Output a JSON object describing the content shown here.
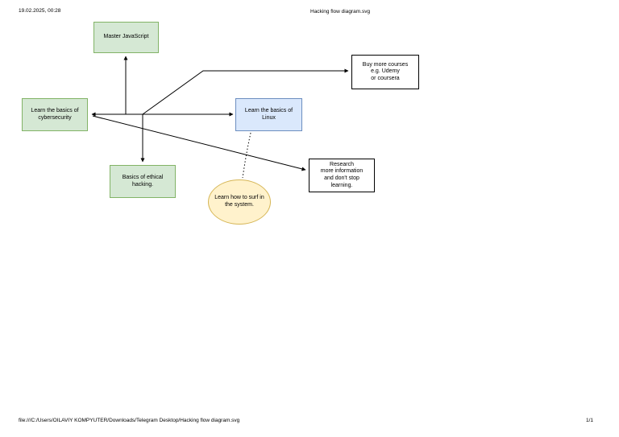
{
  "page": {
    "header": {
      "timestamp": "19.02.2025, 00:28",
      "title": "Hacking flow diagram.svg"
    },
    "footer": {
      "file_url": "file:///C:/Users/OILAVIY KOMPYUTER/Downloads/Telegram Desktop/Hacking flow diagram.svg",
      "page_indicator": "1/1"
    }
  },
  "diagram": {
    "nodes": [
      {
        "id": "master-javascript",
        "shape": "rect",
        "fill": "#d5e8d4",
        "border": "#82b366",
        "label": "Master JavaScript"
      },
      {
        "id": "learn-cybersecurity",
        "shape": "rect",
        "fill": "#d5e8d4",
        "border": "#82b366",
        "label": "Learn the basics of\ncybersecurity"
      },
      {
        "id": "learn-linux",
        "shape": "rect",
        "fill": "#dae8fc",
        "border": "#6c8ebf",
        "label": "Learn the basics of\nLinux"
      },
      {
        "id": "basics-ethical-hacking",
        "shape": "rect",
        "fill": "#d5e8d4",
        "border": "#82b366",
        "label": "Basics of ethical\nhacking."
      },
      {
        "id": "buy-more-courses",
        "shape": "rect",
        "fill": "#ffffff",
        "border": "#000000",
        "label": "Buy more courses\ne.g. Udemy\nor coursera"
      },
      {
        "id": "research-more",
        "shape": "rect",
        "fill": "#ffffff",
        "border": "#000000",
        "label": "Research\nmore information\nand don't stop\nlearning."
      },
      {
        "id": "surf-system",
        "shape": "ellipse",
        "fill": "#fff2cc",
        "border": "#d6b656",
        "label": "Learn how to surf in\nthe system."
      }
    ],
    "edges": [
      {
        "from": "hub",
        "to": "learn-cybersecurity",
        "style": "solid-arrow"
      },
      {
        "from": "hub",
        "to": "learn-linux",
        "style": "solid-arrow"
      },
      {
        "from": "hub",
        "to": "master-javascript",
        "style": "solid-arrow"
      },
      {
        "from": "hub",
        "to": "basics-ethical-hacking",
        "style": "solid-arrow"
      },
      {
        "from": "hub",
        "to": "buy-more-courses",
        "style": "solid-arrow"
      },
      {
        "from": "learn-cybersecurity",
        "to": "research-more",
        "style": "solid-arrow"
      },
      {
        "from": "learn-linux",
        "to": "surf-system",
        "style": "dotted"
      }
    ],
    "colors": {
      "green_fill": "#d5e8d4",
      "green_border": "#82b366",
      "blue_fill": "#dae8fc",
      "blue_border": "#6c8ebf",
      "yellow_fill": "#fff2cc",
      "yellow_border": "#d6b656",
      "white_fill": "#ffffff",
      "line": "#000000"
    }
  }
}
